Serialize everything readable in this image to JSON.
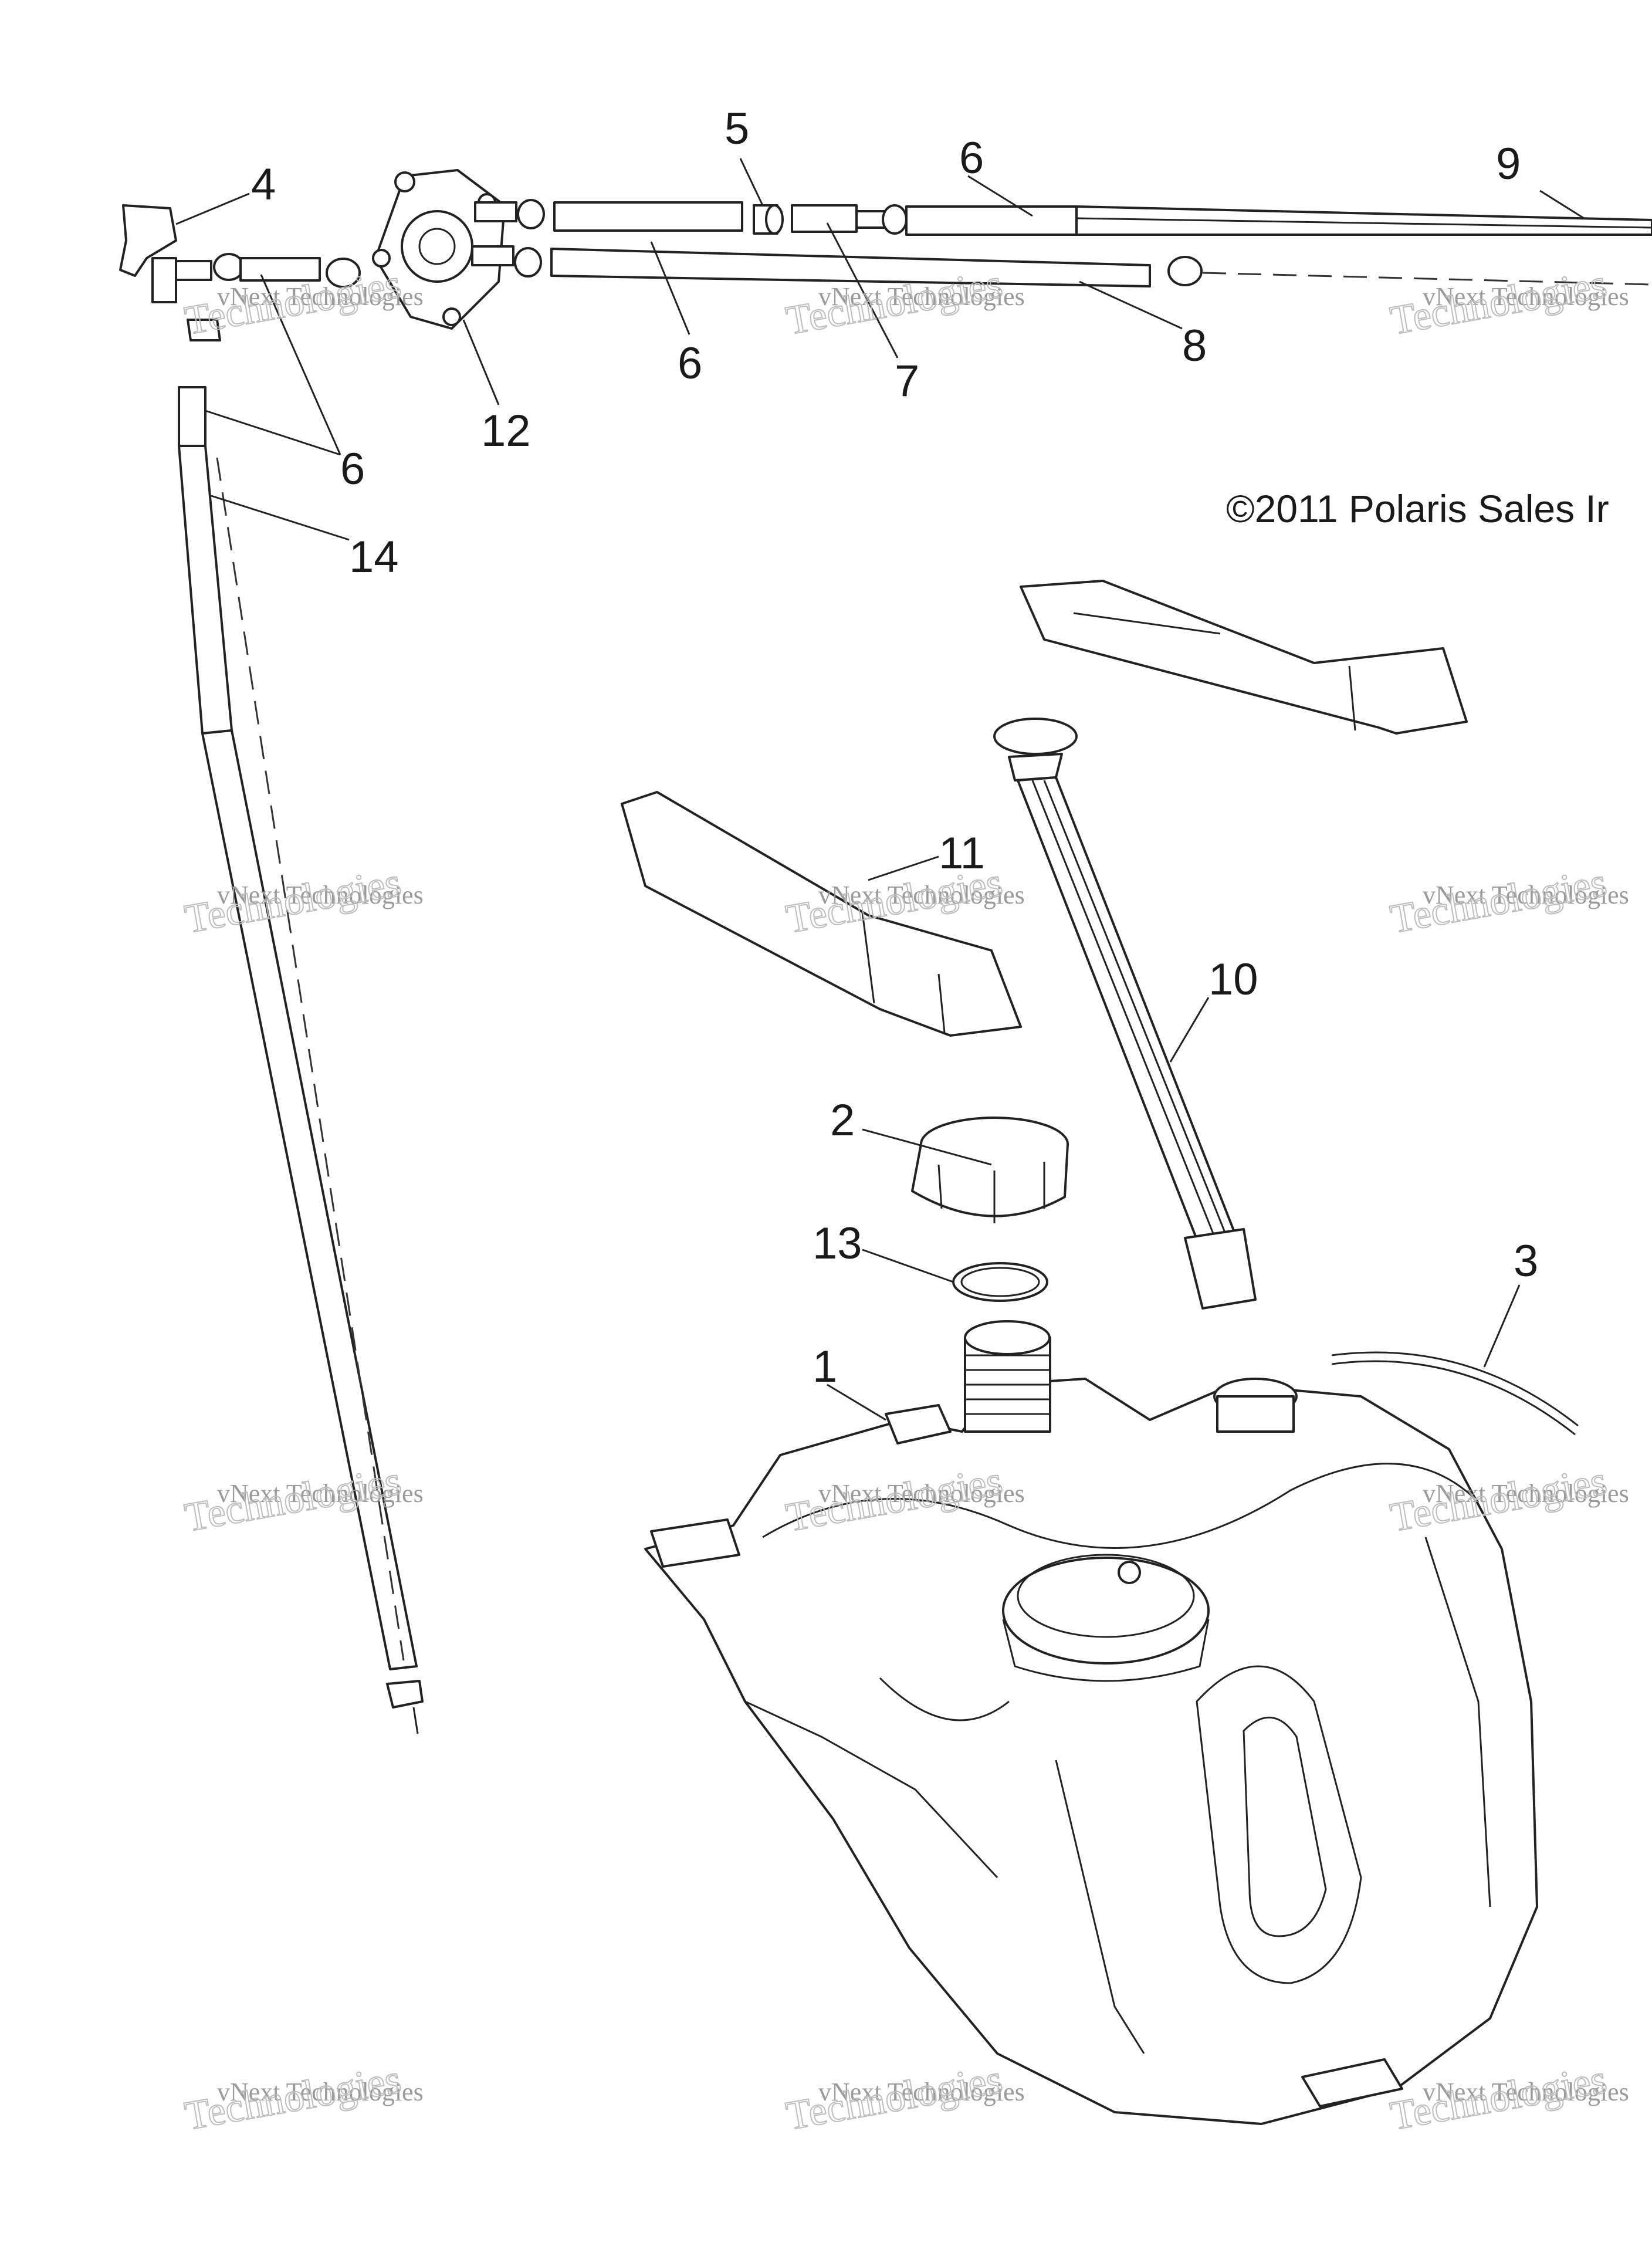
{
  "copyright": "©2011 Polaris Sales Ir",
  "watermark": {
    "line1": "vNext Technologies",
    "line2": "Technologies"
  },
  "callouts": [
    "4",
    "5",
    "6",
    "9",
    "6",
    "7",
    "8",
    "12",
    "6",
    "14",
    "11",
    "10",
    "2",
    "13",
    "3",
    "1"
  ],
  "colors": {
    "ink": "#222222",
    "watermark": "#9a9a9a",
    "background": "#ffffff"
  }
}
